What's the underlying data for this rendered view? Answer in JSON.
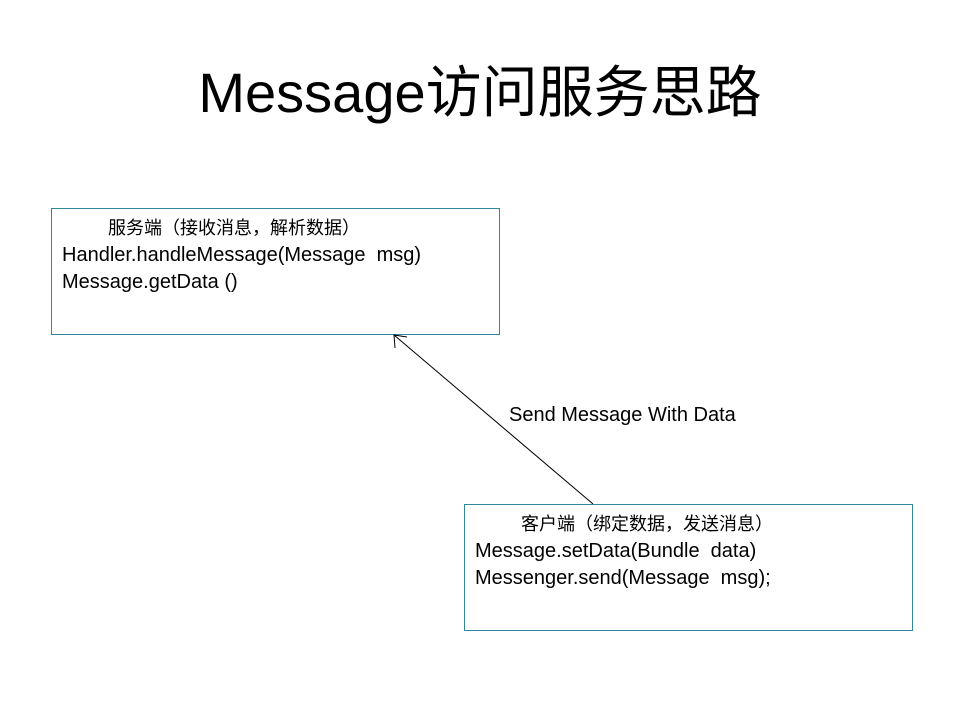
{
  "title": "Message访问服务思路",
  "server": {
    "heading": "服务端（接收消息，解析数据）",
    "lines": [
      "Handler.handleMessage(Message  msg)",
      "Message.getData ()"
    ]
  },
  "client": {
    "heading": "客户端（绑定数据，发送消息）",
    "lines": [
      "Message.setData(Bundle  data)",
      "Messenger.send(Message  msg);"
    ]
  },
  "arrow_label": "Send Message With Data",
  "colors": {
    "box_border": "#31859c"
  }
}
